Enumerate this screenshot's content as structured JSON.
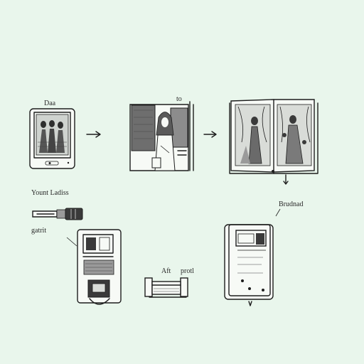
{
  "labels": {
    "ereader_caption": "Daa",
    "book_caption": "to",
    "young_ladies": "Yount Ladiss",
    "gatrit": "gatrit",
    "budnad": "Brudnad",
    "aft": "Aft",
    "protl": "protl"
  },
  "colors": {
    "background": "#e9f6ec",
    "ink": "#1d1d1d"
  },
  "icons": [
    "ereader-icon",
    "arrow-right-icon",
    "open-case-book-icon",
    "open-book-icon",
    "stylus-icon",
    "cassette-device-icon",
    "clip-icon",
    "tablet-device-icon"
  ]
}
